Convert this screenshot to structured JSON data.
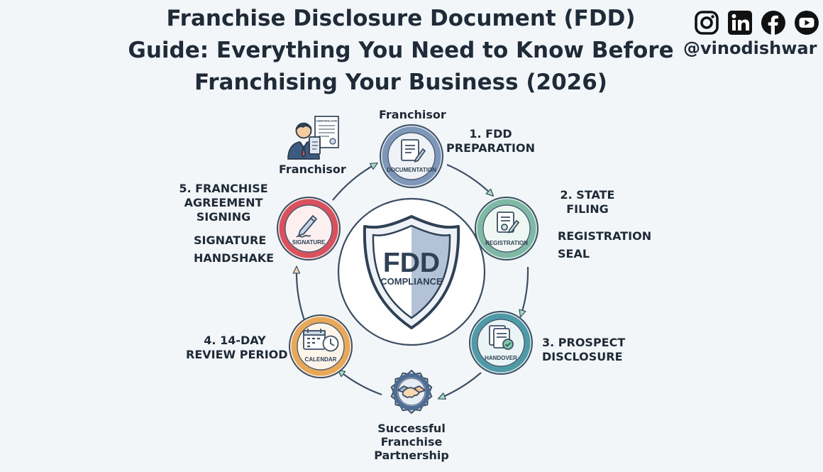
{
  "header": {
    "title_lines": [
      "Franchise Disclosure Document (FDD)",
      "Guide: Everything You Need to Know Before",
      "Franchising Your Business (2026)"
    ],
    "handle": "@vinodishwar",
    "social_icons": [
      "instagram-icon",
      "linkedin-icon",
      "facebook-icon",
      "youtube-icon"
    ]
  },
  "center": {
    "title": "FDD",
    "subtitle": "COMPLIANCE"
  },
  "nodes": {
    "documentation": {
      "badge": "DOCUMENTATION",
      "color": "#7f97b8",
      "icon": "document-icon"
    },
    "registration": {
      "badge": "REGISTRATION",
      "color": "#7fb9a6",
      "icon": "registration-document-icon"
    },
    "handover": {
      "badge": "HANDOVER",
      "color": "#4f9aa6",
      "icon": "handover-document-icon"
    },
    "partnership": {
      "badge": "",
      "color": "#4d6d94",
      "icon": "handshake-icon"
    },
    "calendar": {
      "badge": "CALENDAR",
      "color": "#e8a85a",
      "icon": "calendar-clock-icon"
    },
    "signature": {
      "badge": "SIGNATURE",
      "color": "#d9515c",
      "icon": "pen-signature-icon"
    }
  },
  "labels": {
    "franchisor_top": "Franchisor",
    "step1": [
      "1. FDD",
      "PREPARATION"
    ],
    "step2": [
      "2. STATE",
      "FILING"
    ],
    "step2_detail": [
      "REGISTRATION",
      "SEAL"
    ],
    "step3": [
      "3. PROSPECT",
      "DISCLOSURE"
    ],
    "partnership": [
      "Successful",
      "Franchise",
      "Partnership"
    ],
    "step4": [
      "4. 14-DAY",
      "REVIEW PERIOD"
    ],
    "step5": [
      "5. FRANCHISE",
      "AGREEMENT",
      "SIGNING"
    ],
    "step5_detail": [
      "SIGNATURE",
      "HANDSHAKE"
    ],
    "franchisor_left": "Franchisor",
    "certificate_text": "CERTIFICATE"
  }
}
